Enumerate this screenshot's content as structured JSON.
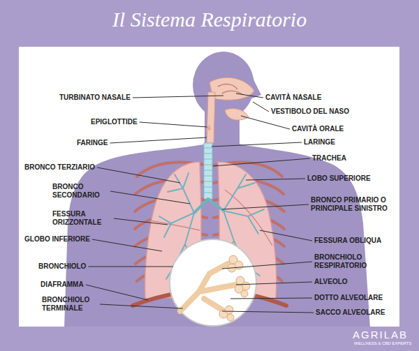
{
  "diagram": {
    "title": "Il Sistema Respiratorio",
    "labels": [
      "TURBINATO NASALE",
      "EPIGLOTTIDE",
      "FARINGE",
      "BRONCO TERZIARIO",
      "BRONCO SECONDARIO",
      "FESSURA ORIZZONTALE",
      "GLOBO INFERIORE",
      "BRONCHIOLO",
      "DIAFRAMMA",
      "BRONCHIOLO TERMINALE",
      "CAVITÀ NASALE",
      "VESTIBOLO DEL NASO",
      "CAVITÀ ORALE",
      "LARINGE",
      "TRACHEA",
      "LOBO SUPERIORE",
      "BRONCO PRIMARIO O PRINCIPALE SINISTRO",
      "FESSURA OBLIQUA",
      "BRONCHIOLO RESPIRATORIO",
      "ALVEOLO",
      "DOTTO ALVEOLARE",
      "SACCO ALVEOLARE",
      "AGRILAB",
      "WELLNESS & CBD EXPERTS"
    ]
  }
}
